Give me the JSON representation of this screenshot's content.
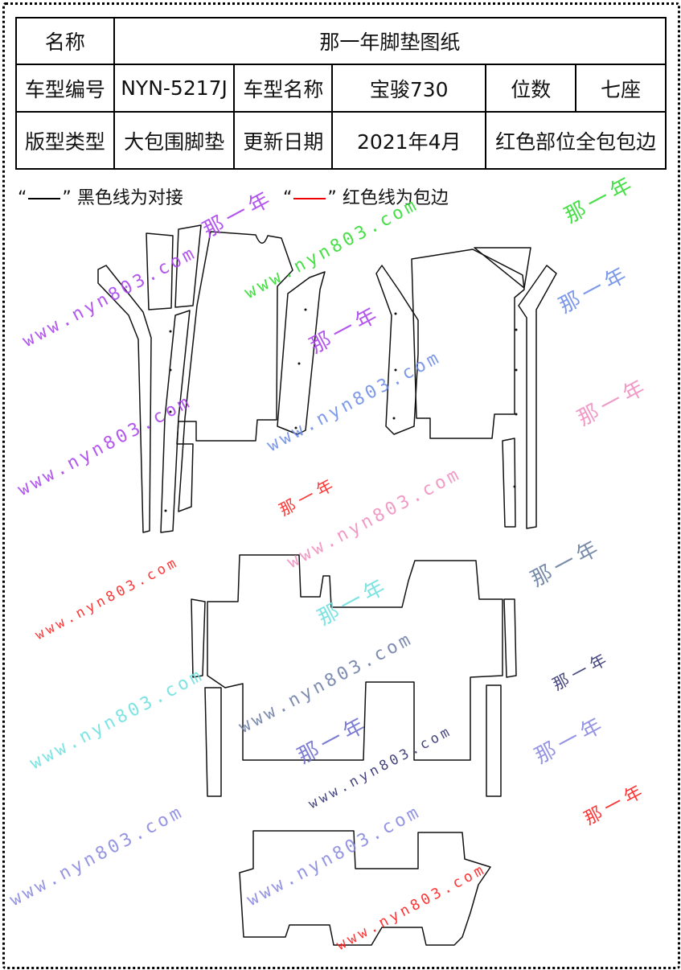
{
  "table": {
    "name_label": "名称",
    "name_value": "那一年脚垫图纸",
    "model_no_label": "车型编号",
    "model_no_value": "NYN-5217J",
    "model_name_label": "车型名称",
    "model_name_value": "宝骏730",
    "seats_label": "位数",
    "seats_value": "七座",
    "type_label": "版型类型",
    "type_value": "大包围脚垫",
    "date_label": "更新日期",
    "date_value": "2021年4月",
    "note_value": "红色部位全包包边"
  },
  "legend": {
    "black_quote_open": "“",
    "black_quote_close": "”",
    "black_text": "黑色线为对接",
    "red_quote_open": "“",
    "red_quote_close": "”",
    "red_text": "红色线为包边"
  },
  "watermarks": {
    "url": "www.nyn803.com",
    "brand": "那一年",
    "colors": [
      "#33dd33",
      "#aa44ee",
      "#6f8ee8",
      "#f090c0",
      "#ff2020",
      "#6a7fa0",
      "#70e0e0",
      "#7080a8",
      "#303070",
      "#7070d0",
      "#8a8ae0"
    ]
  }
}
